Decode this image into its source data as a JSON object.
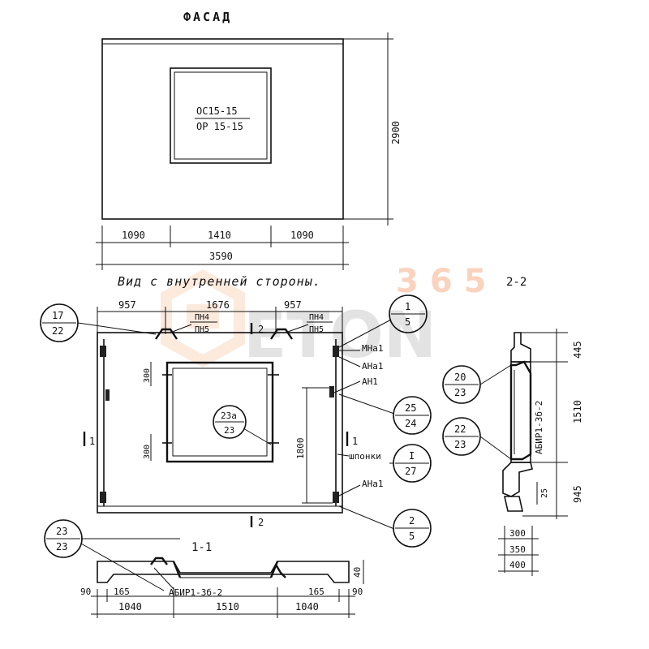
{
  "facade": {
    "title": "ФАСАД",
    "panel_mark_top": "ОС15-15",
    "panel_mark_bottom": "ОР 15-15",
    "height": "2900",
    "dims": [
      "1090",
      "1410",
      "1090"
    ],
    "total": "3590"
  },
  "inner_view": {
    "title": "Вид с внутренней стороны.",
    "top_dims": [
      "957",
      "1676",
      "957"
    ],
    "pn_left_top": "ПН4",
    "pn_left_bottom": "ПН5",
    "pn_right_top": "ПН4",
    "pn_right_bottom": "ПН5",
    "section_2_top": "2",
    "section_2_bottom": "2",
    "section_1_left": "1",
    "section_1_right": "1",
    "dim_300_top": "300",
    "dim_300_bottom": "300",
    "dim_1800": "1800",
    "labels": {
      "mna1": "МНа1",
      "ana1_top": "АНа1",
      "an1": "АН1",
      "shponki": "шпонки",
      "ana1_bottom": "АНа1"
    },
    "callouts": [
      {
        "top": "17",
        "bottom": "22"
      },
      {
        "top": "1",
        "bottom": "5"
      },
      {
        "top": "23а",
        "bottom": "23"
      },
      {
        "top": "25",
        "bottom": "24"
      },
      {
        "top": "I",
        "bottom": "27"
      },
      {
        "top": "2",
        "bottom": "5"
      }
    ]
  },
  "section_2_2": {
    "title": "2-2",
    "dims": [
      "445",
      "1510",
      "945"
    ],
    "dim_25": "25",
    "beam_label": "АБИР1-3б-2",
    "callouts": [
      {
        "top": "20",
        "bottom": "23"
      },
      {
        "top": "22",
        "bottom": "23"
      }
    ],
    "stack_dims": [
      "300",
      "350",
      "400"
    ]
  },
  "section_1_1": {
    "title": "1-1",
    "callout": {
      "top": "23",
      "bottom": "23"
    },
    "beam_label": "АБИР1-3б-2",
    "dim_40": "40",
    "small_dims": [
      "90",
      "165",
      "165",
      "90"
    ],
    "bottom_dims": [
      "1040",
      "1510",
      "1040"
    ]
  },
  "watermark": {
    "number": "365",
    "word": "ЕТОN"
  }
}
